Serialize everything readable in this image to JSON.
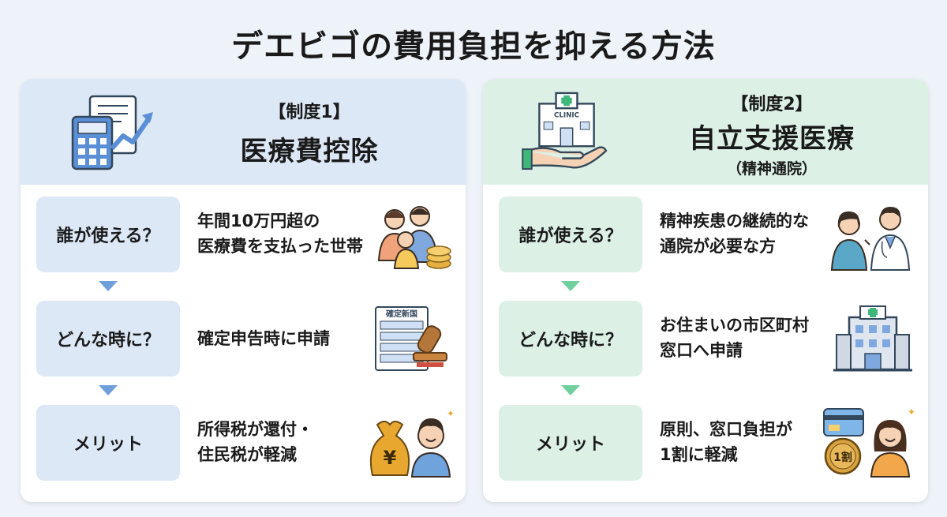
{
  "title": "デエビゴの費用負担を抑える方法",
  "colors": {
    "left_accent": "#dde8f6",
    "right_accent": "#dcf0e6",
    "left_arrow": "#6f9fdc",
    "right_arrow": "#6fcf9d"
  },
  "left": {
    "tag": "【制度1】",
    "name": "医療費控除",
    "icon": "calculator-chart-icon",
    "rows": [
      {
        "question": "誰が使える？",
        "answer_lines": [
          "年間10万円超の",
          "医療費を支払った世帯"
        ],
        "icon": "family-coins-icon"
      },
      {
        "question": "どんな時に？",
        "answer_lines": [
          "確定申告時に申請"
        ],
        "icon": "tax-form-stamp-icon",
        "icon_label": "確定新国"
      },
      {
        "question": "メリット",
        "answer_lines": [
          "所得税が還付・",
          "住民税が軽減"
        ],
        "icon": "money-bag-man-icon",
        "icon_label": "¥"
      }
    ]
  },
  "right": {
    "tag": "【制度2】",
    "name": "自立支援医療",
    "sub": "（精神通院）",
    "icon": "clinic-hand-icon",
    "icon_label": "CLINIC",
    "rows": [
      {
        "question": "誰が使える？",
        "answer_lines": [
          "精神疾患の継続的な",
          "通院が必要な方"
        ],
        "icon": "patient-doctor-icon"
      },
      {
        "question": "どんな時に？",
        "answer_lines": [
          "お住まいの市区町村",
          "窓口へ申請"
        ],
        "icon": "city-office-icon"
      },
      {
        "question": "メリット",
        "answer_lines": [
          "原則、窓口負担が",
          "1割に軽減"
        ],
        "icon": "card-coin-woman-icon",
        "icon_label": "1割"
      }
    ]
  }
}
